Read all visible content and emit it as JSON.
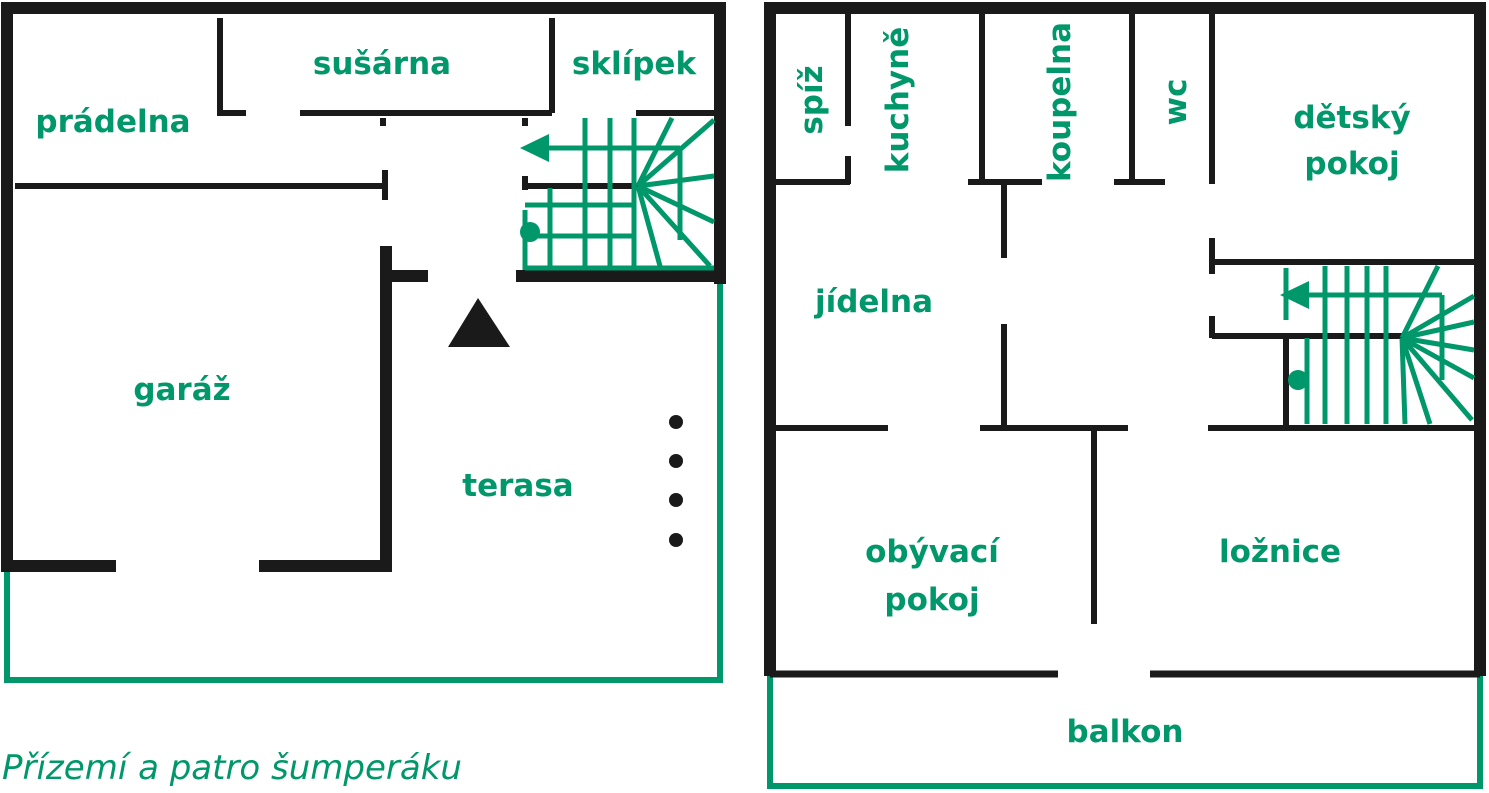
{
  "colors": {
    "wall": "#1a1a1a",
    "accent": "#00976a",
    "background": "#ffffff"
  },
  "ground_floor": {
    "rooms": {
      "susarna": "sušárna",
      "sklipek": "sklípek",
      "pradelna": "prádelna",
      "garaz": "garáž",
      "terasa": "terasa"
    },
    "symbols": [
      "north-triangle-icon",
      "stair-arrow-icon",
      "stair-dot-icon",
      "dots-icon"
    ]
  },
  "upper_floor": {
    "rooms": {
      "spiz": "spíž",
      "kuchyne": "kuchyně",
      "koupelna": "koupelna",
      "wc": "wc",
      "detsky": "dětský",
      "pokoj_detsky": "pokoj",
      "jidelna": "jídelna",
      "obyvaci": "obývací",
      "pokoj_obyvaci": "pokoj",
      "loznice": "ložnice",
      "balkon": "balkon"
    }
  },
  "caption": "Přízemí a patro šumperáku"
}
